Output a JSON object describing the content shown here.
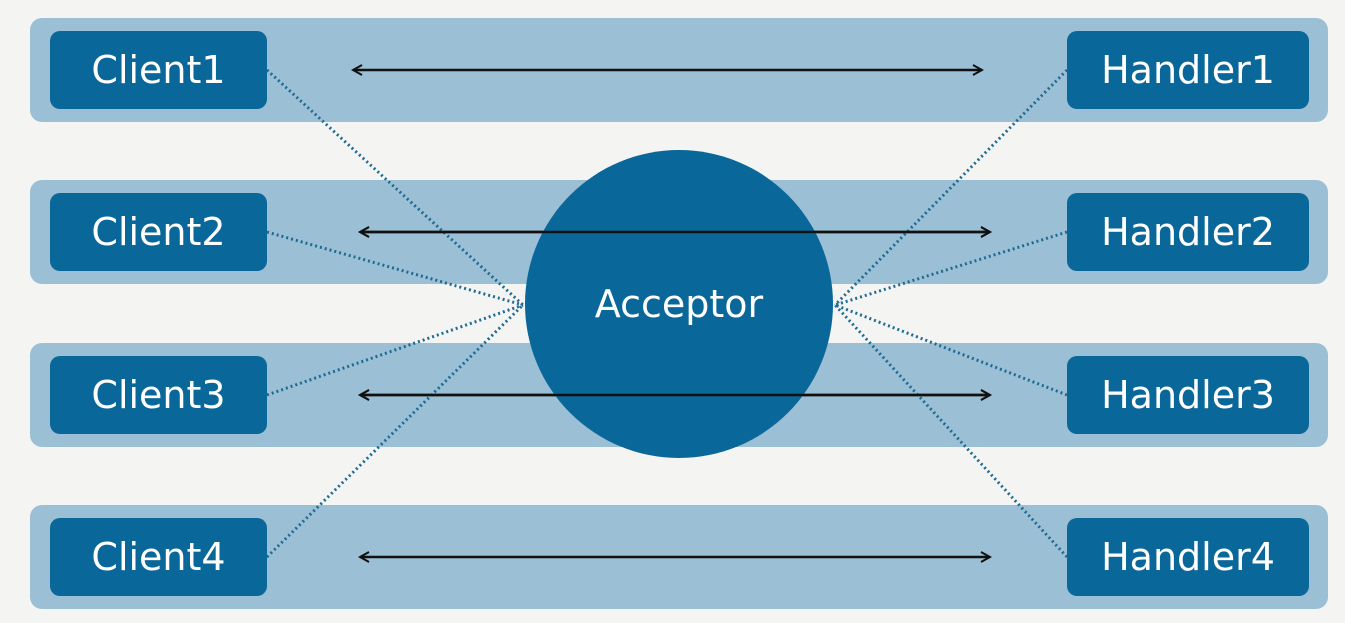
{
  "colors": {
    "band": "#9bbfd4",
    "box": "#0a6799",
    "acceptor": "#0a6799",
    "dotted": "#1f6a93",
    "arrow": "#111111"
  },
  "rows": [
    {
      "client": "Client1",
      "handler": "Handler1"
    },
    {
      "client": "Client2",
      "handler": "Handler2"
    },
    {
      "client": "Client3",
      "handler": "Handler3"
    },
    {
      "client": "Client4",
      "handler": "Handler4"
    }
  ],
  "acceptor": {
    "label": "Acceptor"
  }
}
